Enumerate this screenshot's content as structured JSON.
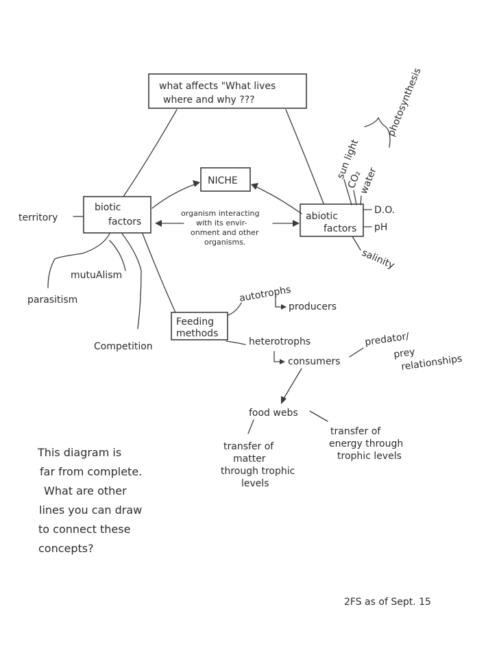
{
  "nodes": {
    "title_line1": "what affects \"What lives",
    "title_line2": "where and why ???",
    "niche": "NICHE",
    "biotic_line1": "biotic",
    "biotic_line2": "factors",
    "abiotic_line1": "abiotic",
    "abiotic_line2": "factors",
    "center_line1": "organism interacting",
    "center_line2": "with its envir-",
    "center_line3": "onment and other",
    "center_line4": "organisms.",
    "territory": "territory",
    "mutualism": "mutuAlism",
    "parasitism": "parasitism",
    "competition": "Competition",
    "feeding_line1": "Feeding",
    "feeding_line2": "methods",
    "autotrophs": "autotrophs",
    "producers": "producers",
    "heterotrophs": "heterotrophs",
    "consumers": "consumers",
    "predator_line1": "predator/",
    "predator_line2": "prey",
    "predator_line3": "relationships",
    "food_webs": "food webs",
    "matter_line1": "transfer of",
    "matter_line2": "matter",
    "matter_line3": "through trophic",
    "matter_line4": "levels",
    "energy_line1": "transfer of",
    "energy_line2": "energy through",
    "energy_line3": "trophic levels",
    "sunlight": "sun light",
    "co2": "CO₂",
    "water": "water",
    "photosynthesis": "photosynthesis",
    "do": "D.O.",
    "ph": "pH",
    "salinity": "salinity"
  },
  "note": {
    "line1": "This diagram is",
    "line2": "far from complete.",
    "line3": "What are other",
    "line4": "lines you can draw",
    "line5": "to connect these",
    "line6": "concepts?"
  },
  "footer": "2FS as of Sept. 15"
}
